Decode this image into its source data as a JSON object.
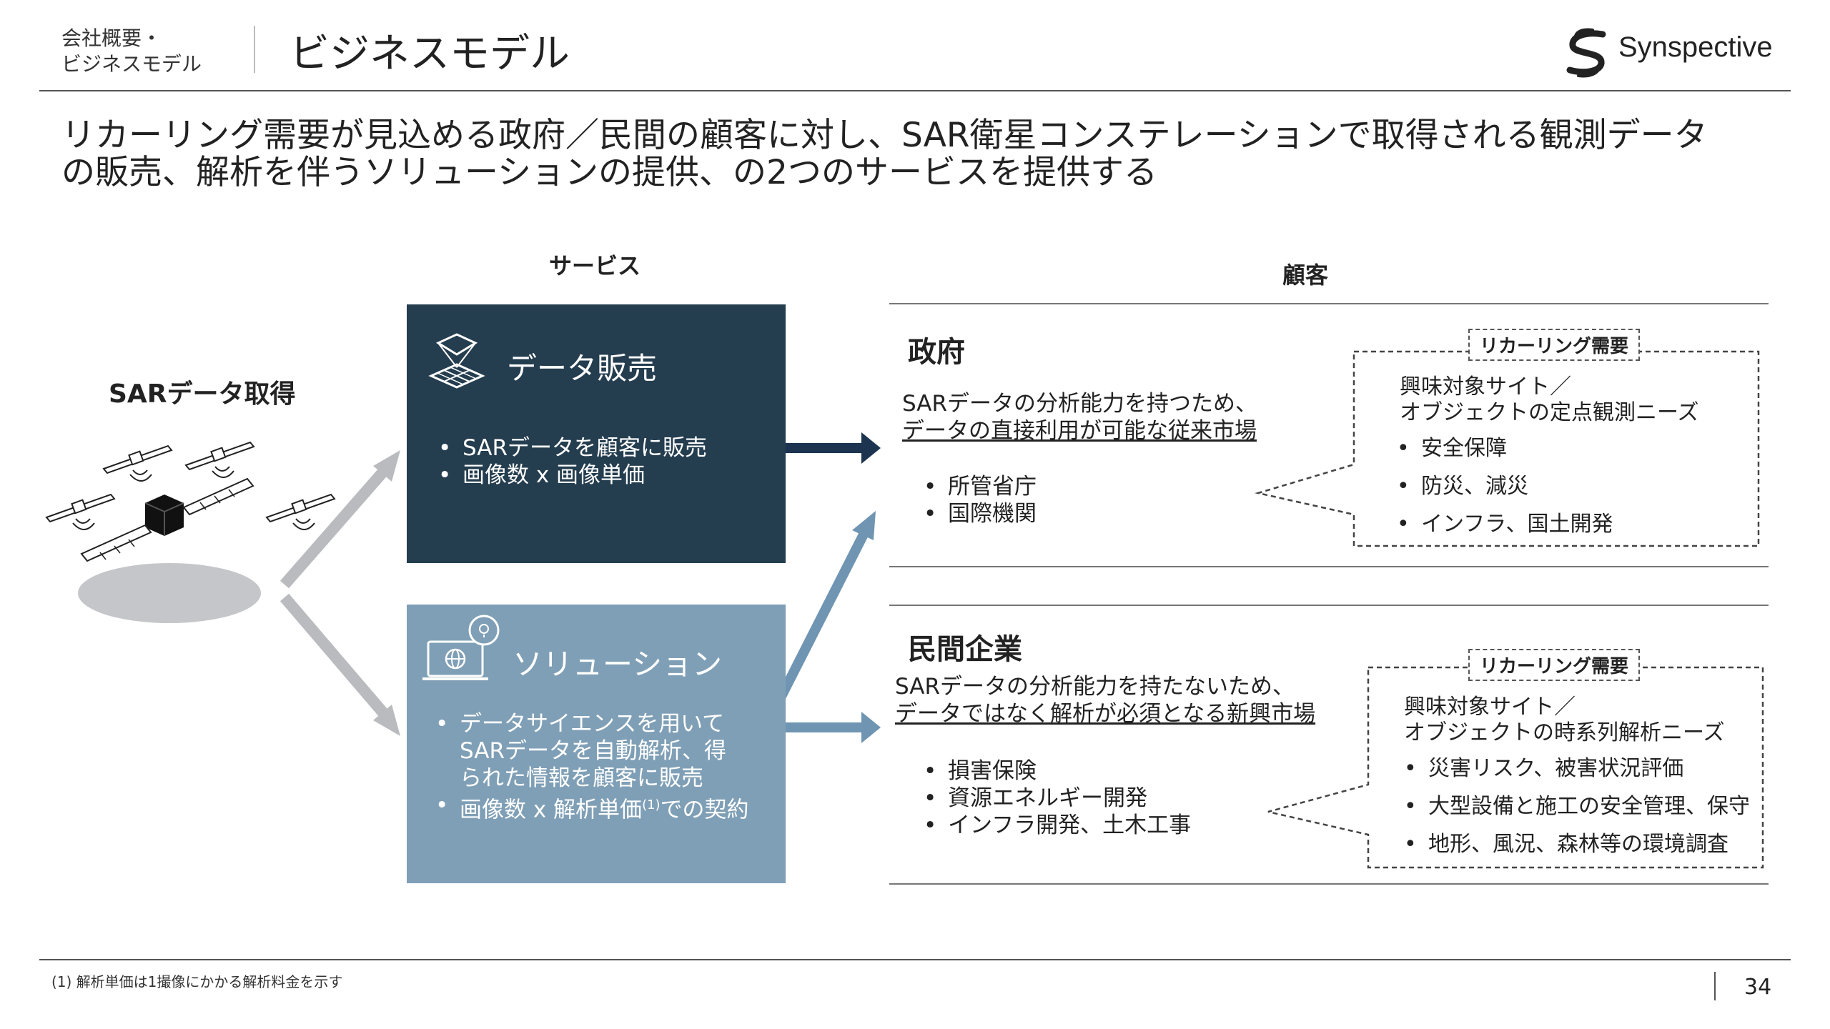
{
  "header": {
    "section_line1": "会社概要・",
    "section_line2": "ビジネスモデル",
    "title": "ビジネスモデル",
    "logo_text": "Synspective"
  },
  "headline": {
    "line1": "リカーリング需要が見込める政府／民間の顧客に対し、SAR衛星コンステレーションで取得される観測データ",
    "line2": "の販売、解析を伴うソリューションの提供、の2つのサービスを提供する"
  },
  "labels": {
    "service": "サービス",
    "customer": "顧客",
    "sar_acquisition": "SARデータ取得"
  },
  "services": {
    "data_sales": {
      "title": "データ販売",
      "bullets": [
        "SARデータを顧客に販売",
        "画像数 x 画像単価"
      ]
    },
    "solution": {
      "title": "ソリューション",
      "bullet1": "データサイエンスを用いてSARデータを自動解析、得られた情報を顧客に販売",
      "bullet1_line1": "データサイエンスを用いて",
      "bullet1_line2": "SARデータを自動解析、得",
      "bullet1_line3": "られた情報を顧客に販売",
      "bullet2_pre": "画像数 x 解析単価",
      "bullet2_sup": "(1)",
      "bullet2_post": "での契約"
    }
  },
  "customers": {
    "government": {
      "title": "政府",
      "desc_line1": "SARデータの分析能力を持つため、",
      "desc_line2": "データの直接利用が可能な従来市場",
      "items": [
        "所管省庁",
        "国際機関"
      ],
      "tag": "リカーリング需要",
      "needs_line1": "興味対象サイト／",
      "needs_line2": "オブジェクトの定点観測ニーズ",
      "needs": [
        "安全保障",
        "防災、減災",
        "インフラ、国土開発"
      ]
    },
    "private": {
      "title": "民間企業",
      "desc_line1": "SARデータの分析能力を持たないため、",
      "desc_line2": "データではなく解析が必須となる新興市場",
      "items": [
        "損害保険",
        "資源エネルギー開発",
        "インフラ開発、土木工事"
      ],
      "tag": "リカーリング需要",
      "needs_line1": "興味対象サイト／",
      "needs_line2": "オブジェクトの時系列解析ニーズ",
      "needs": [
        "災害リスク、被害状況評価",
        "大型設備と施工の安全管理、保守",
        "地形、風況、森林等の環境調査"
      ]
    }
  },
  "footer": {
    "footnote": "(1) 解析単価は1撮像にかかる解析料金を示す",
    "page_number": "34"
  },
  "colors": {
    "dark_box": "#243d4f",
    "light_box": "#7f9fb6",
    "gray_arrow": "#b9bbbe",
    "dark_arrow": "#1d3450",
    "blue_arrow": "#6f95b2"
  }
}
